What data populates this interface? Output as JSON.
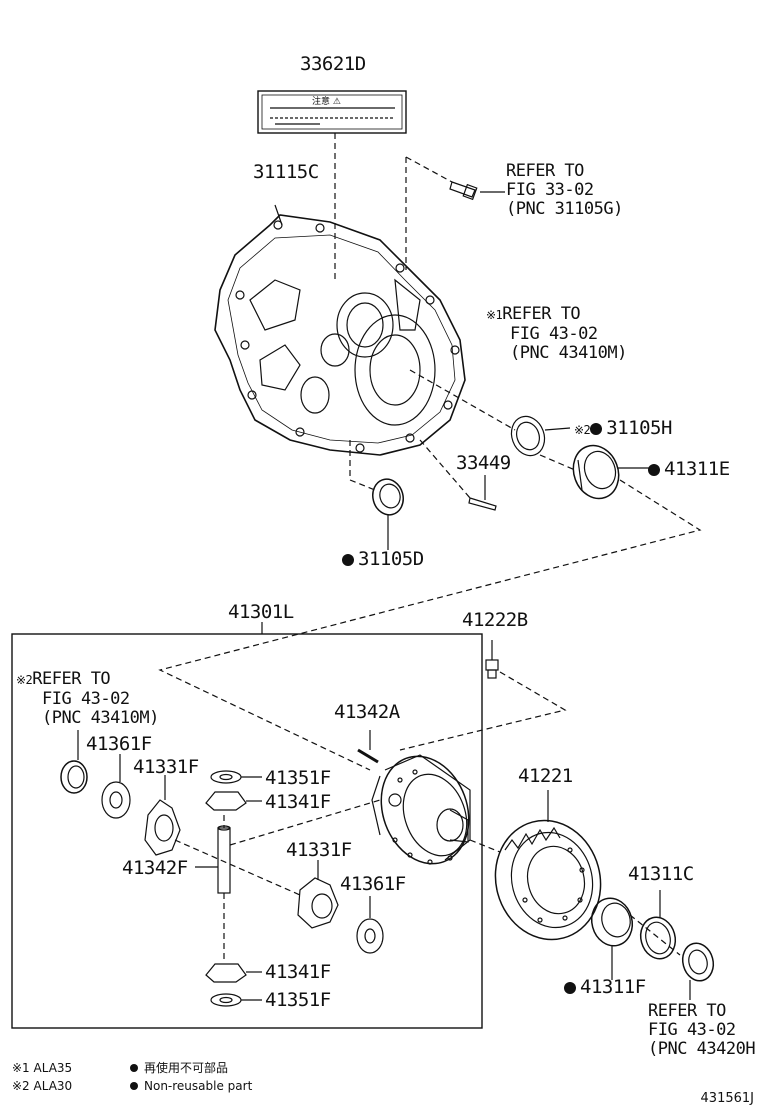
{
  "parts": {
    "p33621D": "33621D",
    "p31115C": "31115C",
    "p31105H": "31105H",
    "p41311E": "41311E",
    "p33449": "33449",
    "p31105D": "31105D",
    "p41301L": "41301L",
    "p41222B": "41222B",
    "p41342A": "41342A",
    "p41361F_a": "41361F",
    "p41331F_a": "41331F",
    "p41351F_a": "41351F",
    "p41341F_a": "41341F",
    "p41342F": "41342F",
    "p41331F_b": "41331F",
    "p41361F_b": "41361F",
    "p41341F_b": "41341F",
    "p41351F_b": "41351F",
    "p41221": "41221",
    "p41311C": "41311C",
    "p41311F": "41311F"
  },
  "refs": {
    "r1": {
      "l1": "REFER TO",
      "l2": "FIG 33-02",
      "l3": "(PNC 31105G)"
    },
    "r2": {
      "mark": "※1",
      "l1": "REFER TO",
      "l2": "FIG 43-02",
      "l3": "(PNC 43410M)"
    },
    "r3": {
      "mark": "※2",
      "l1": "REFER TO",
      "l2": "FIG 43-02",
      "l3": "(PNC 43410M)"
    },
    "r4": {
      "l1": "REFER TO",
      "l2": "FIG 43-02",
      "l3": "(PNC 43420H"
    }
  },
  "marks": {
    "m31105H": "※2"
  },
  "legend": {
    "n1_mark": "※1",
    "n1_text": "ALA35",
    "n2_mark": "※2",
    "n2_text": "ALA30",
    "dot_jp": "再使用不可部品",
    "dot_en": "Non-reusable part"
  },
  "label_plate_text": "注意 ⚠",
  "figure_number": "431561J"
}
